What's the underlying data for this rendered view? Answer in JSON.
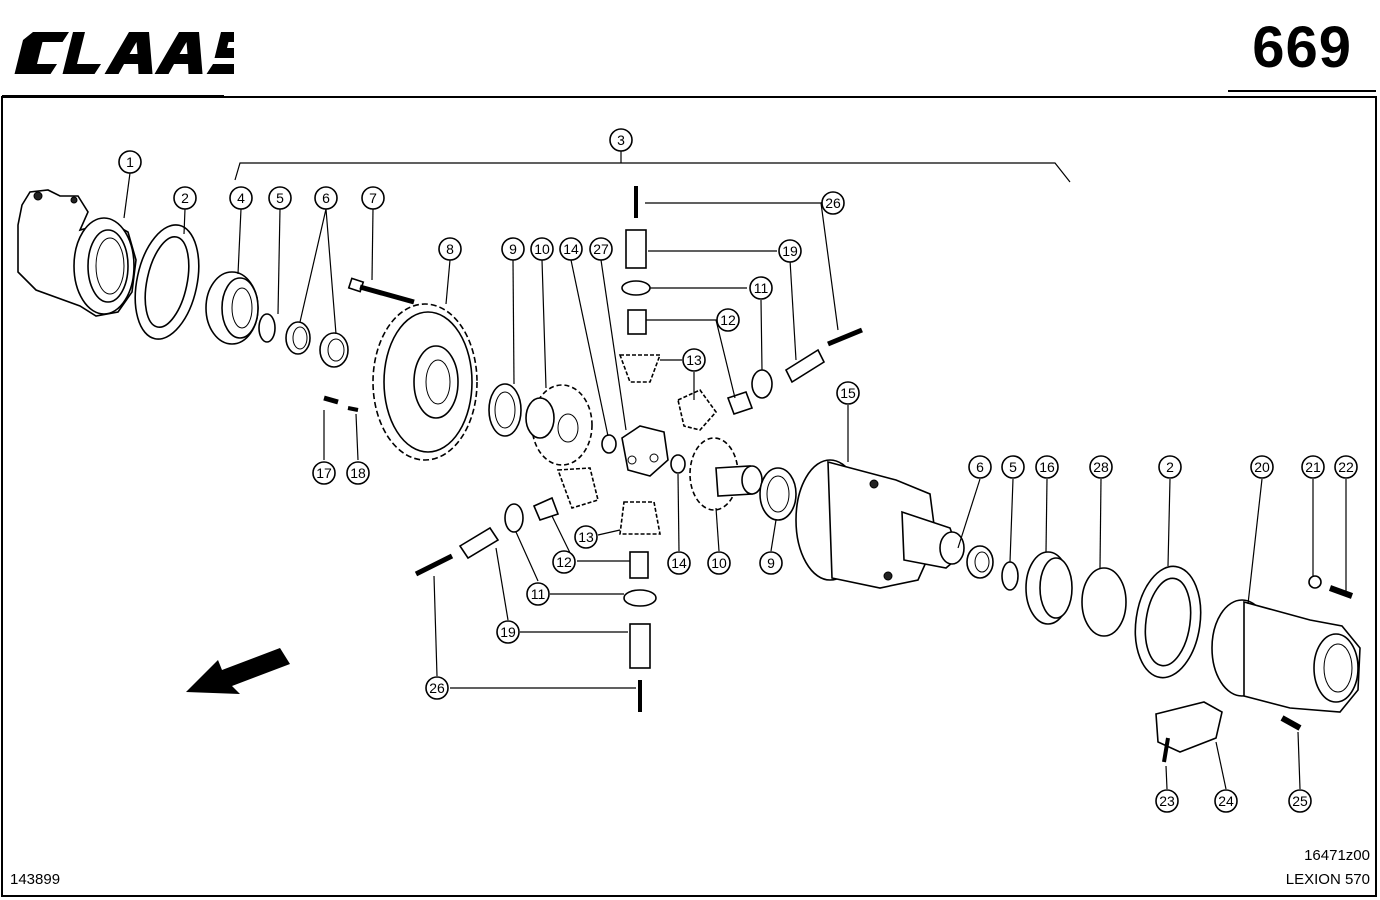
{
  "header": {
    "brand": "CLAAS",
    "page_number": "669"
  },
  "footer": {
    "document_number": "143899",
    "figure_number": "16471z00",
    "model": "LEXION 570"
  },
  "callouts": [
    "1",
    "2",
    "3",
    "4",
    "5",
    "6",
    "7",
    "8",
    "9",
    "10",
    "14",
    "27",
    "26",
    "19",
    "11",
    "12",
    "13",
    "13",
    "12",
    "11",
    "19",
    "26",
    "15",
    "6",
    "5",
    "16",
    "28",
    "2",
    "20",
    "21",
    "22",
    "17",
    "18",
    "14",
    "10",
    "9",
    "23",
    "24",
    "25"
  ]
}
